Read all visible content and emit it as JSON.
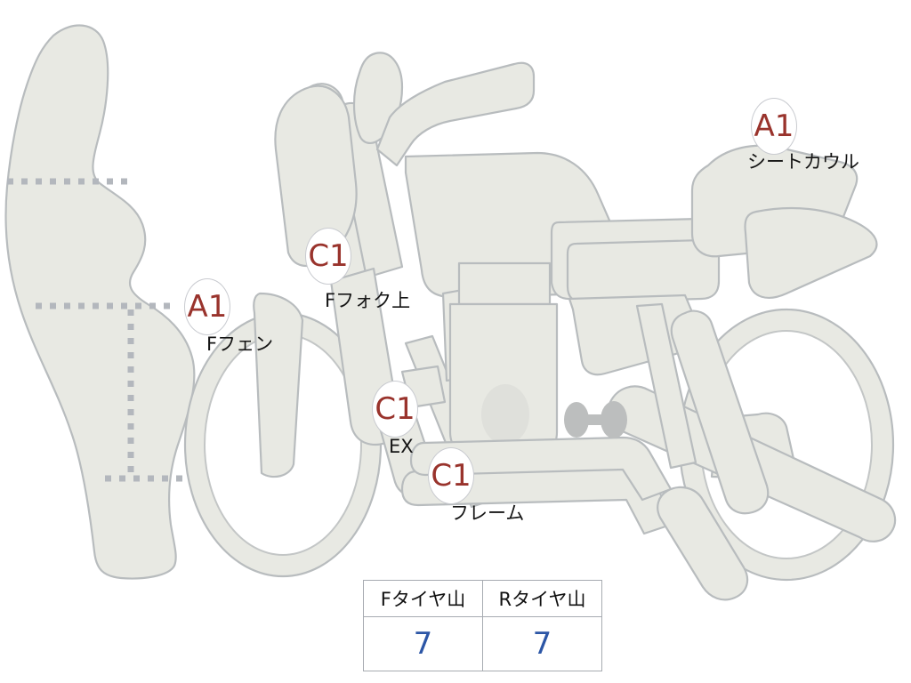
{
  "diagram": {
    "title": "motorcycle-inspection-diagram",
    "background_color": "#ffffff",
    "body_fill": "#e8e9e3",
    "body_stroke": "#b8bcbe",
    "detail_grey": "#b9bbbb",
    "dotted_line_color": "#b3b7bd",
    "marker_text_color": "#99332c",
    "label_text_color": "#151515"
  },
  "markers": [
    {
      "id": "marker-f-fender",
      "grade": "A1",
      "label": "Fフェン"
    },
    {
      "id": "marker-f-fork-upper",
      "grade": "C1",
      "label": "Fフォク上"
    },
    {
      "id": "marker-exhaust",
      "grade": "C1",
      "label": "EX"
    },
    {
      "id": "marker-frame",
      "grade": "C1",
      "label": "フレーム"
    },
    {
      "id": "marker-seat-cowl",
      "grade": "A1",
      "label": "シートカウル"
    }
  ],
  "tire_table": {
    "headers": [
      "Fタイヤ山",
      "Rタイヤ山"
    ],
    "values": [
      "7",
      "7"
    ]
  }
}
